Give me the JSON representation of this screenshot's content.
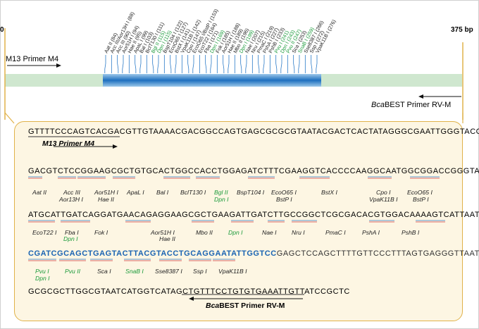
{
  "map": {
    "start": "0",
    "end": "375 bp",
    "primer_fwd": "M13 Primer M4",
    "primer_rev": "BcaBEST Primer RV-M",
    "sites": [
      {
        "label": "Aat II (84)",
        "g": false
      },
      {
        "label": "Acc III/Aor13H I (88)",
        "g": false
      },
      {
        "label": "Acc III (90)",
        "g": false
      },
      {
        "label": "Aor51H I (94)",
        "g": false
      },
      {
        "label": "Hae II (95)",
        "g": false
      },
      {
        "label": "ApaL I (99)",
        "g": false
      },
      {
        "label": "Bal I (103)",
        "g": false
      },
      {
        "label": "BcIT130 I (111)",
        "g": false
      },
      {
        "label": "Bgl II (115)",
        "g": true
      },
      {
        "label": "Dpn I (115)",
        "g": true
      },
      {
        "label": "BspT104 I (122)",
        "g": false
      },
      {
        "label": "EcoO65 I (127)",
        "g": false
      },
      {
        "label": "BstX I (141)",
        "g": false
      },
      {
        "label": "VpaK11B I (142)",
        "g": false
      },
      {
        "label": "Cpo I (147)",
        "g": false
      },
      {
        "label": "EcoO65 I/BstP I (153)",
        "g": false
      },
      {
        "label": "EcoT22 I (164)",
        "g": false
      },
      {
        "label": "Fba I (171)",
        "g": false
      },
      {
        "label": "Dpn I (169)",
        "g": true
      },
      {
        "label": "Fok I (185)",
        "g": false
      },
      {
        "label": "Aor51H I (188)",
        "g": false
      },
      {
        "label": "Hae II (189)",
        "g": false
      },
      {
        "label": "Mbo II (196)",
        "g": false
      },
      {
        "label": "Dpn I (199)",
        "g": true
      },
      {
        "label": "Nae I (207)",
        "g": false
      },
      {
        "label": "Nru I (215)",
        "g": false
      },
      {
        "label": "PmaC I (219)",
        "g": false
      },
      {
        "label": "PshA I (227)",
        "g": false
      },
      {
        "label": "PshB I (233)",
        "g": false
      },
      {
        "label": "Pvu I (241)",
        "g": true
      },
      {
        "label": "Dpn I (243)",
        "g": true
      },
      {
        "label": "Pvu II (247)",
        "g": true
      },
      {
        "label": "Sca I (253)",
        "g": false
      },
      {
        "label": "SnaB I (259)",
        "g": true
      },
      {
        "label": "Sse8387 I (266)",
        "g": false
      },
      {
        "label": "Ssp I (272)",
        "g": false
      },
      {
        "label": "VpaK11B I (276)",
        "g": false
      }
    ]
  },
  "detail": {
    "line1": "GTTTTCCCAGTCACGACGTTGTAAAACGACGGCCAGTGAGCGCGCGTAATACGACTCACTATAGGGCGAATTGGGTACC",
    "primer_m4": "M13 Primer M4",
    "line2": "GACGTCTCCGGAAGCGCTGTGCACTGGCCACCTGGAGATCTTTCGAAGGTCACCCCAAGGCAATGGCGGACCGGGTAACC",
    "line3_b": "ATGCATTGATCAGGATGAACAGAGGAAGCGCTGAAGATTGATCTTGCCGGCTCGCGACACGTGGACAAAAGTCATTAAT",
    "line4_b": "CGATCGCAGCTGAGTACTTACGTACCTGCAGGAATATTGGTCC",
    "line4_p": "GAGCTCCAGCTTTTGTTCCCTTTAGTGAGGGTTAATT",
    "line5": "GCGCGCTTGGCGTAATCATGGTCATAGCTGTTTCCTGTGTGAAATTGTTATCCGCTC",
    "primer_rv": "BcaBEST Primer RV-M",
    "row2_enzymes": [
      {
        "t": "Aat II",
        "g": false
      },
      {
        "t": "Acc III",
        "g": false
      },
      {
        "t": "Aor13H I",
        "g": false
      },
      {
        "t": "Aor51H I",
        "g": false
      },
      {
        "t": "Hae II",
        "g": false
      },
      {
        "t": "ApaL I",
        "g": false
      },
      {
        "t": "Bal I",
        "g": false
      },
      {
        "t": "BclT130 I",
        "g": false
      },
      {
        "t": "Bgl II",
        "g": true
      },
      {
        "t": "Dpn I",
        "g": true
      },
      {
        "t": "BspT104 I",
        "g": false
      },
      {
        "t": "EcoO65 I",
        "g": false
      },
      {
        "t": "BstP I",
        "g": false
      },
      {
        "t": "BstX I",
        "g": false
      },
      {
        "t": "Cpo I",
        "g": false
      },
      {
        "t": "VpaK11B I",
        "g": false
      },
      {
        "t": "EcoO65 I",
        "g": false
      },
      {
        "t": "BstP I",
        "g": false
      }
    ],
    "row3_enzymes": [
      {
        "t": "EcoT22 I",
        "g": false
      },
      {
        "t": "Fba I",
        "g": false
      },
      {
        "t": "Dpn I",
        "g": true
      },
      {
        "t": "Fok I",
        "g": false
      },
      {
        "t": "Aor51H I",
        "g": false
      },
      {
        "t": "Hae II",
        "g": false
      },
      {
        "t": "Mbo II",
        "g": false
      },
      {
        "t": "Dpn I",
        "g": true
      },
      {
        "t": "Nae I",
        "g": false
      },
      {
        "t": "Nru I",
        "g": false
      },
      {
        "t": "PmaC I",
        "g": false
      },
      {
        "t": "PshA I",
        "g": false
      },
      {
        "t": "PshB I",
        "g": false
      }
    ],
    "row4_enzymes": [
      {
        "t": "Pvu I",
        "g": true
      },
      {
        "t": "Dpn I",
        "g": true
      },
      {
        "t": "Pvu II",
        "g": true
      },
      {
        "t": "Sca I",
        "g": false
      },
      {
        "t": "SnaB I",
        "g": true
      },
      {
        "t": "Sse8387 I",
        "g": false
      },
      {
        "t": "Ssp I",
        "g": false
      },
      {
        "t": "VpaK11B I",
        "g": false
      }
    ]
  },
  "colors": {
    "accent_blue": "#1a64b3",
    "enzyme_green": "#1a9a3a",
    "box_border": "#e0b24a",
    "box_fill": "#fdf6e3",
    "bar_green": "#cfe7cf"
  }
}
